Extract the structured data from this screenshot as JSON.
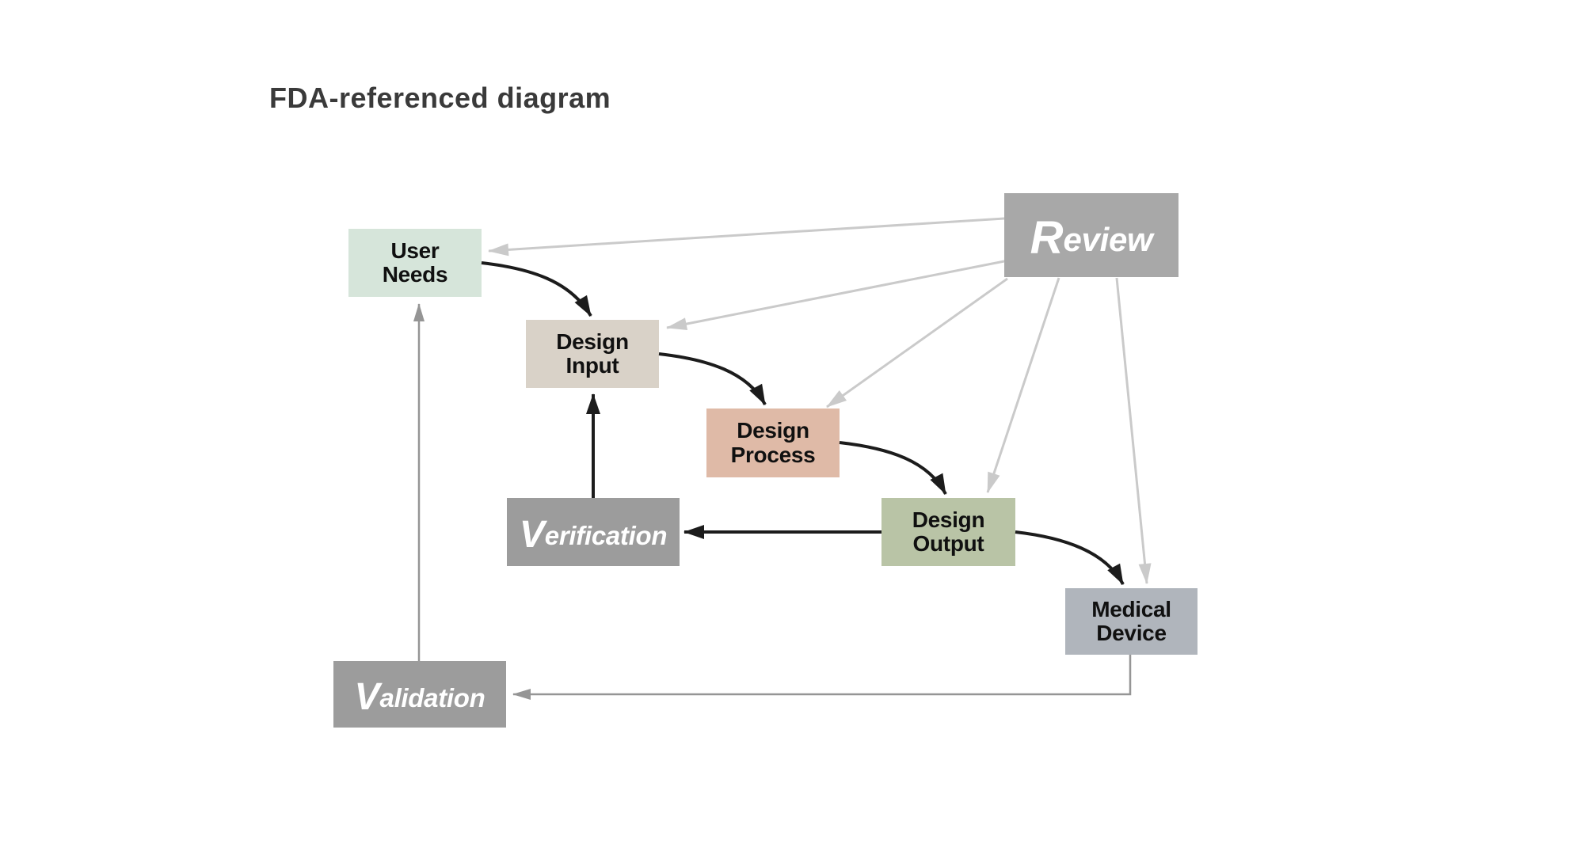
{
  "header": {
    "title": "FDA-referenced diagram"
  },
  "nodes": {
    "user_needs": {
      "line1": "User",
      "line2": "Needs",
      "fill": "#d6e5da"
    },
    "design_input": {
      "line1": "Design",
      "line2": "Input",
      "fill": "#d9d2c8"
    },
    "design_process": {
      "line1": "Design",
      "line2": "Process",
      "fill": "#dfbaa7"
    },
    "design_output": {
      "line1": "Design",
      "line2": "Output",
      "fill": "#b9c4a6"
    },
    "medical_device": {
      "line1": "Medical",
      "line2": "Device",
      "fill": "#b0b5bc"
    },
    "review": {
      "initial": "R",
      "rest": "eview",
      "fill": "#a8a8a8"
    },
    "verification": {
      "initial": "V",
      "rest": "erification",
      "fill": "#9c9c9c"
    },
    "validation": {
      "initial": "V",
      "rest": "alidation",
      "fill": "#9c9c9c"
    }
  },
  "edges": [
    {
      "from": "User Needs",
      "to": "Design Input",
      "kind": "curved",
      "color": "#1c1c1c"
    },
    {
      "from": "Design Input",
      "to": "Design Process",
      "kind": "curved",
      "color": "#1c1c1c"
    },
    {
      "from": "Design Process",
      "to": "Design Output",
      "kind": "curved",
      "color": "#1c1c1c"
    },
    {
      "from": "Design Output",
      "to": "Medical Device",
      "kind": "curved",
      "color": "#1c1c1c"
    },
    {
      "from": "Design Output",
      "to": "Verification",
      "kind": "straight",
      "color": "#1c1c1c"
    },
    {
      "from": "Verification",
      "to": "Design Input",
      "kind": "straight",
      "color": "#1c1c1c"
    },
    {
      "from": "Review",
      "to": "User Needs",
      "kind": "straight",
      "color": "#cacaca"
    },
    {
      "from": "Review",
      "to": "Design Input",
      "kind": "straight",
      "color": "#cacaca"
    },
    {
      "from": "Review",
      "to": "Design Process",
      "kind": "straight",
      "color": "#cacaca"
    },
    {
      "from": "Review",
      "to": "Design Output",
      "kind": "straight",
      "color": "#cacaca"
    },
    {
      "from": "Review",
      "to": "Medical Device",
      "kind": "straight",
      "color": "#cacaca"
    },
    {
      "from": "Medical Device",
      "to": "Validation",
      "kind": "elbow",
      "color": "#959595"
    },
    {
      "from": "Validation",
      "to": "User Needs",
      "kind": "straight",
      "color": "#959595"
    }
  ],
  "colors": {
    "background": "#ffffff",
    "title_text": "#3a3a3a",
    "box_label_text": "#101010",
    "gray_box_text": "#ffffff",
    "black_arrow": "#1c1c1c",
    "review_fan_arrow": "#cacaca",
    "validation_arrow": "#959595"
  }
}
